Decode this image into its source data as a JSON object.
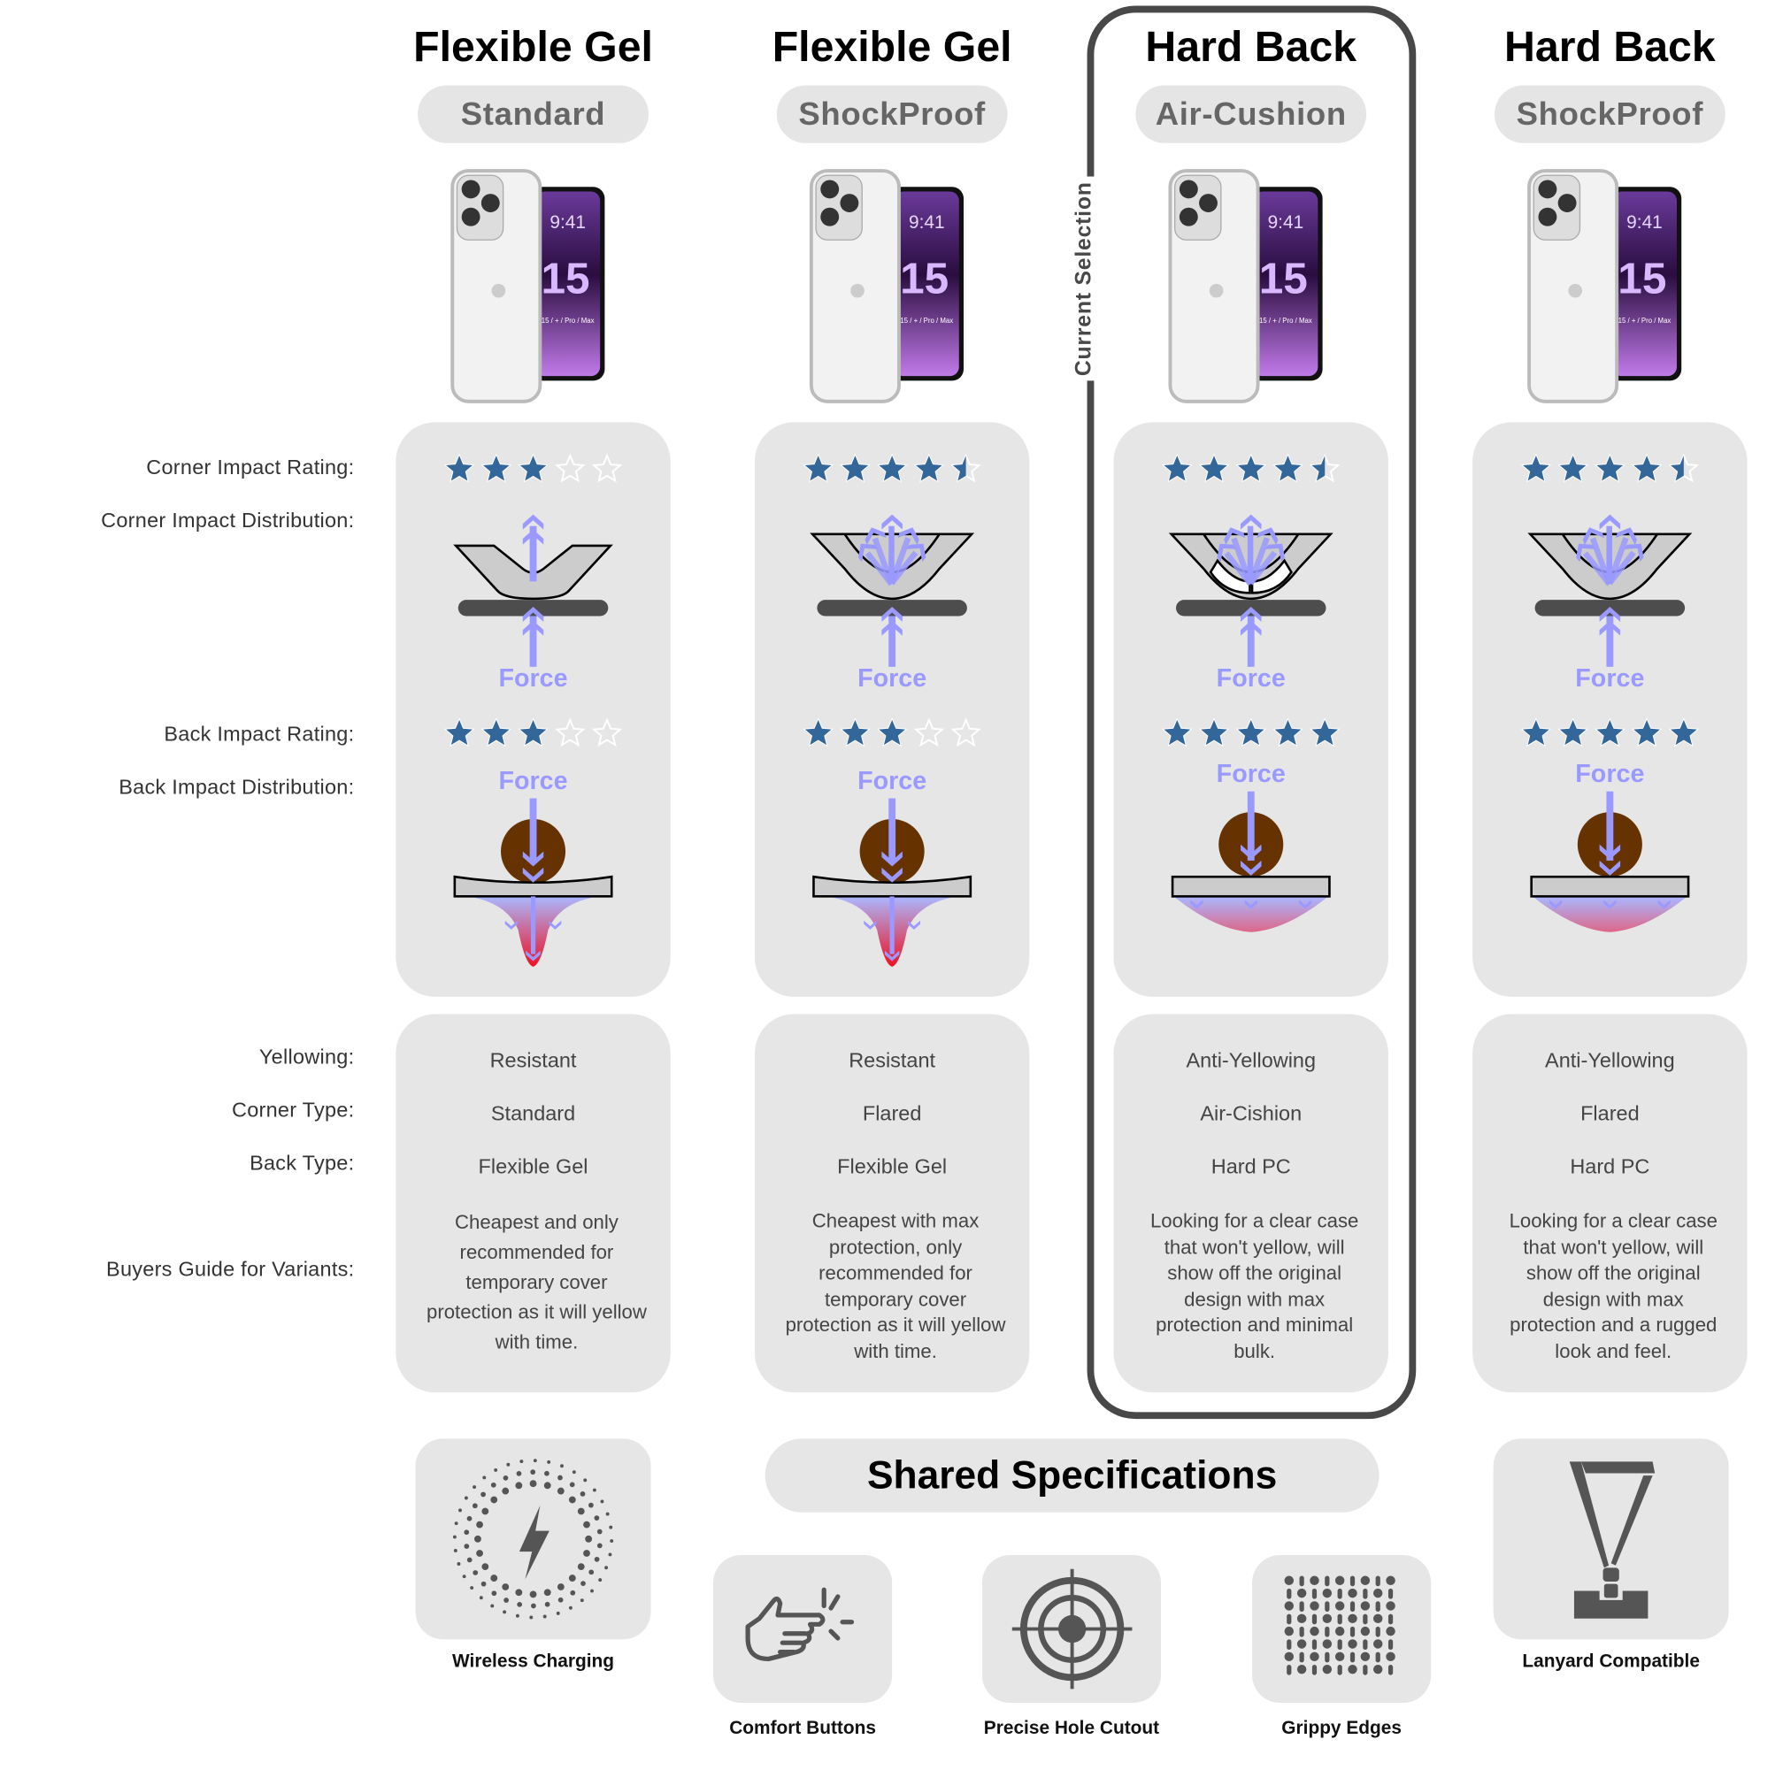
{
  "row_labels": {
    "corner_rating": "Corner Impact Rating:",
    "corner_distribution": "Corner Impact Distribution:",
    "back_rating": "Back Impact Rating:",
    "back_distribution": "Back Impact Distribution:",
    "yellowing": "Yellowing:",
    "corner_type": "Corner Type:",
    "back_type": "Back Type:",
    "buyers_guide": "Buyers Guide for Variants:"
  },
  "force_label": "Force",
  "phone_screen": {
    "time": "9:41",
    "model": "15",
    "caption": "15 / + / Pro / Max"
  },
  "current_selection_label": "Current Selection",
  "selected_column": 2,
  "colors": {
    "star": "#336699",
    "force": "#9999ff",
    "ball": "#663300",
    "selection_border": "#484848",
    "card": "#e6e6e6"
  },
  "columns": [
    {
      "title": "Flexible Gel",
      "variant": "Standard",
      "corner_rating": 3,
      "back_rating": 3,
      "corner_style": "standard",
      "back_style": "gel",
      "yellowing": "Resistant",
      "corner_type": "Standard",
      "back_type": "Flexible Gel",
      "guide_lines": [
        "Cheapest and only",
        "recommended for",
        "temporary cover",
        "protection as it will yellow",
        "with time."
      ]
    },
    {
      "title": "Flexible Gel",
      "variant": "ShockProof",
      "corner_rating": 4.5,
      "back_rating": 3,
      "corner_style": "flared",
      "back_style": "gel",
      "yellowing": "Resistant",
      "corner_type": "Flared",
      "back_type": "Flexible Gel",
      "guide_lines": [
        "Cheapest with max",
        "protection, only",
        "recommended for",
        "temporary cover",
        "protection as it will yellow",
        "with time."
      ]
    },
    {
      "title": "Hard Back",
      "variant": "Air-Cushion",
      "corner_rating": 4.5,
      "back_rating": 5,
      "corner_style": "air",
      "back_style": "hard",
      "yellowing": "Anti-Yellowing",
      "corner_type": "Air-Cishion",
      "back_type": "Hard PC",
      "guide_lines": [
        "Looking for a clear case",
        "that won't yellow, will",
        "show off the original",
        "design with max",
        "protection and minimal",
        "bulk."
      ]
    },
    {
      "title": "Hard Back",
      "variant": "ShockProof",
      "corner_rating": 4.5,
      "back_rating": 5,
      "corner_style": "flared",
      "back_style": "hard",
      "yellowing": "Anti-Yellowing",
      "corner_type": "Flared",
      "back_type": "Hard PC",
      "guide_lines": [
        "Looking for a clear case",
        "that won't yellow, will",
        "show off the original",
        "design with max",
        "protection and a rugged",
        "look and feel."
      ]
    }
  ],
  "shared_specifications": {
    "title": "Shared Specifications",
    "features": [
      {
        "label": "Wireless Charging",
        "icon": "wireless-charging-icon"
      },
      {
        "label": "Comfort Buttons",
        "icon": "pointing-hand-icon"
      },
      {
        "label": "Precise Hole Cutout",
        "icon": "target-icon"
      },
      {
        "label": "Grippy Edges",
        "icon": "grip-pattern-icon"
      },
      {
        "label": "Lanyard Compatible",
        "icon": "lanyard-icon"
      }
    ]
  }
}
